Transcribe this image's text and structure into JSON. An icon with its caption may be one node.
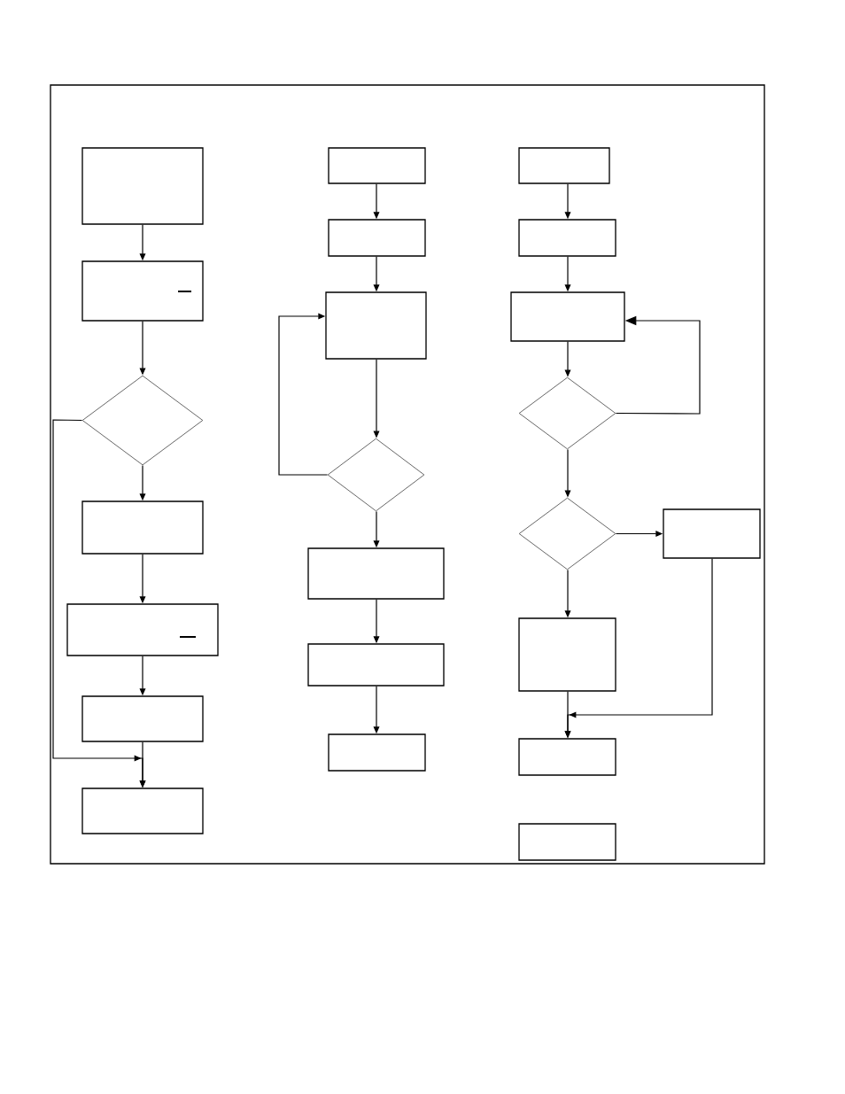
{
  "diagram": {
    "nodes": [
      {
        "text": [],
        "shape": "box"
      },
      {
        "text": [],
        "shape": "box"
      },
      {
        "text": [],
        "shape": "diamond"
      },
      {
        "text": [],
        "shape": "box"
      },
      {
        "text": [],
        "shape": "box"
      },
      {
        "text": [],
        "shape": "box"
      },
      {
        "text": [],
        "shape": "box"
      },
      {
        "text": [],
        "shape": "box"
      },
      {
        "text": [],
        "shape": "box"
      },
      {
        "text": [],
        "shape": "box"
      },
      {
        "text": [],
        "shape": "diamond"
      },
      {
        "text": [],
        "shape": "box"
      },
      {
        "text": [],
        "shape": "box"
      },
      {
        "text": [],
        "shape": "box"
      },
      {
        "text": [],
        "shape": "box"
      },
      {
        "text": [],
        "shape": "box"
      },
      {
        "text": [],
        "shape": "box"
      },
      {
        "text": [],
        "shape": "diamond"
      },
      {
        "text": [],
        "shape": "diamond"
      },
      {
        "text": [],
        "shape": "box"
      },
      {
        "text": [],
        "shape": "box"
      },
      {
        "text": [],
        "shape": "box"
      },
      {
        "text": [],
        "shape": "box"
      }
    ],
    "edges": [
      {
        "from": 0,
        "to": 1,
        "arrow": "to"
      },
      {
        "from": 1,
        "to": 2,
        "arrow": "to"
      },
      {
        "from": 2,
        "to": 3,
        "arrow": "to"
      },
      {
        "from": 3,
        "to": 4,
        "arrow": "to"
      },
      {
        "from": 4,
        "to": 5,
        "arrow": "to"
      },
      {
        "from": 5,
        "to": 6,
        "arrow": "to"
      },
      {
        "from": 2,
        "to": 6,
        "arrow": "to"
      },
      {
        "from": 7,
        "to": 8,
        "arrow": "to"
      },
      {
        "from": 8,
        "to": 9,
        "arrow": "to"
      },
      {
        "from": 9,
        "to": 10,
        "arrow": "to"
      },
      {
        "from": 10,
        "to": 9,
        "arrow": "to"
      },
      {
        "from": 10,
        "to": 11,
        "arrow": "to"
      },
      {
        "from": 11,
        "to": 12,
        "arrow": "to"
      },
      {
        "from": 12,
        "to": 13,
        "arrow": "to"
      },
      {
        "from": 14,
        "to": 15,
        "arrow": "to"
      },
      {
        "from": 15,
        "to": 16,
        "arrow": "to"
      },
      {
        "from": 16,
        "to": 17,
        "arrow": "to"
      },
      {
        "from": 17,
        "to": 16,
        "arrow": "to"
      },
      {
        "from": 17,
        "to": 18,
        "arrow": "to"
      },
      {
        "from": 18,
        "to": 19,
        "arrow": "to"
      },
      {
        "from": 18,
        "to": 20,
        "arrow": "to"
      },
      {
        "from": 20,
        "to": 21,
        "arrow": "to"
      },
      {
        "from": 19,
        "to": 21,
        "arrow": "to"
      }
    ]
  }
}
